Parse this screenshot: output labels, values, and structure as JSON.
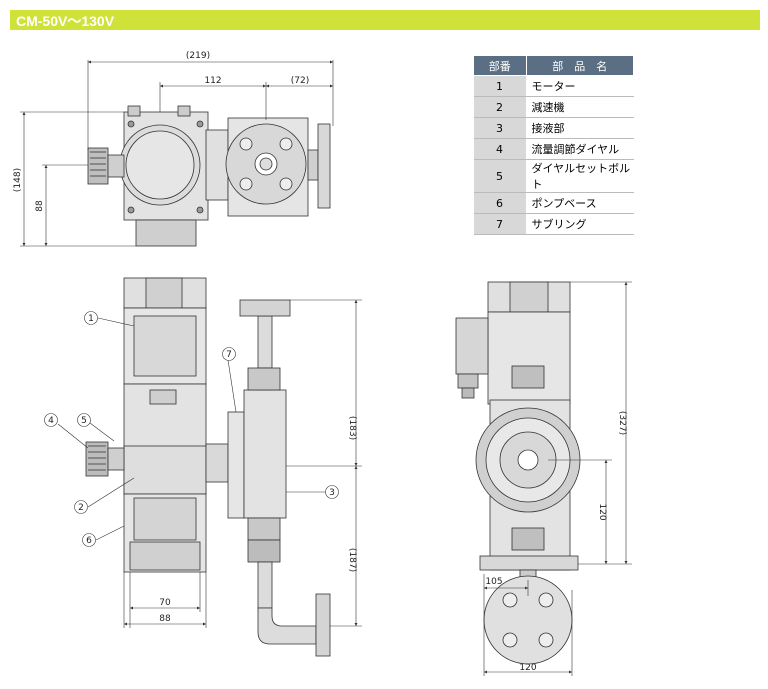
{
  "title": "CM-50V～130V",
  "parts_table": {
    "headers": [
      "部番",
      "部　品　名"
    ],
    "rows": [
      {
        "no": "1",
        "name": "モーター"
      },
      {
        "no": "2",
        "name": "減速機"
      },
      {
        "no": "3",
        "name": "接液部"
      },
      {
        "no": "4",
        "name": "流量調節ダイヤル"
      },
      {
        "no": "5",
        "name": "ダイヤルセットボルト"
      },
      {
        "no": "6",
        "name": "ポンプベース"
      },
      {
        "no": "7",
        "name": "サブリング"
      }
    ]
  },
  "dimensions": {
    "top_width": "(219)",
    "top_mid": "112",
    "top_right": "(72)",
    "top_height": "(148)",
    "top_88": "88",
    "front_183": "(183)",
    "front_187": "(187)",
    "front_70": "70",
    "front_88": "88",
    "side_327": "(327)",
    "side_120v": "120",
    "side_105": "105",
    "side_120h": "120"
  },
  "callouts": [
    "1",
    "2",
    "3",
    "4",
    "5",
    "6",
    "7"
  ]
}
